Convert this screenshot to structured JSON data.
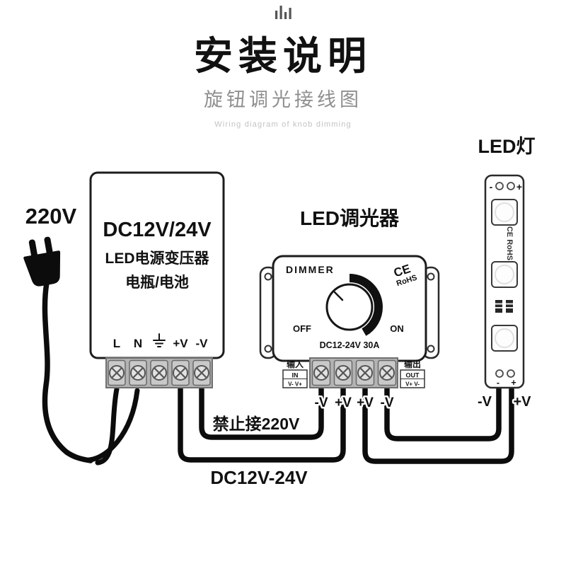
{
  "header": {
    "title": "安装说明",
    "subtitle": "旋钮调光接线图",
    "subtitle_en": "Wiring diagram of knob dimming"
  },
  "plug": {
    "label": "220V"
  },
  "transformer": {
    "line1": "DC12V/24V",
    "line2": "LED电源变压器",
    "line3": "电瓶/电池",
    "terminal_l": "L",
    "terminal_n": "N",
    "terminal_vplus": "+V",
    "terminal_vminus": "-V"
  },
  "dimmer": {
    "title": "LED调光器",
    "device_label": "DIMMER",
    "ce": "CE",
    "rohs": "RoHS",
    "off": "OFF",
    "on": "ON",
    "rating": "DC12-24V 30A",
    "input_label": "输入",
    "input_port": "IN",
    "input_pins": "V- V+",
    "output_label": "输出",
    "output_port": "OUT",
    "output_pins": "V+ V-",
    "term1": "-V",
    "term2": "+V",
    "term3": "+V",
    "term4": "-V"
  },
  "led_strip": {
    "title": "LED灯",
    "cert": "CE RoHS",
    "top_minus": "-",
    "top_plus": "+",
    "bottom_minus": "-",
    "bottom_plus": "+",
    "wire_minus": "-V",
    "wire_plus": "+V"
  },
  "annotations": {
    "warning": "禁止接220V",
    "dc_range": "DC12V-24V"
  },
  "colors": {
    "ink": "#111111",
    "subtitle_gray": "#8f8f8f",
    "muted_gray": "#c2c2c2",
    "terminal_gray": "#b3b3b3",
    "wire_black": "#0c0c0c"
  }
}
